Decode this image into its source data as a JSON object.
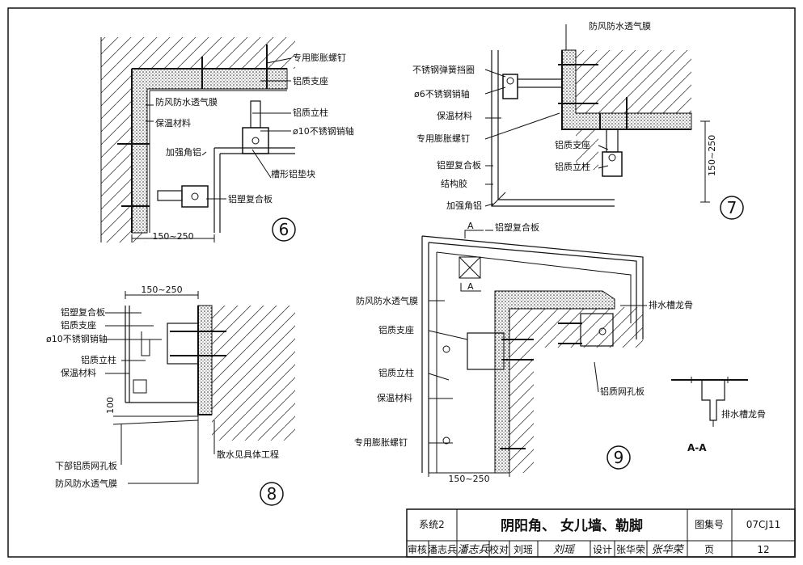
{
  "details": {
    "d6": {
      "number": "6",
      "labels": {
        "anchor_bolt": "专用膨胀螺钉",
        "al_bracket": "铝质支座",
        "membrane": "防风防水透气膜",
        "al_mullion": "铝质立柱",
        "insulation": "保温材料",
        "pin_shaft": "ø10不锈钢销轴",
        "reinforce_angle": "加强角铝",
        "channel_pad": "槽形铝垫块",
        "acp_panel": "铝塑复合板"
      },
      "dimension": "150~250"
    },
    "d7": {
      "number": "7",
      "labels": {
        "membrane": "防风防水透气膜",
        "spring_ring": "不锈钢弹簧挡圈",
        "pin_shaft": "ø6不锈钢销轴",
        "insulation": "保温材料",
        "anchor_bolt": "专用膨胀螺钉",
        "al_bracket": "铝质支座",
        "acp_panel": "铝塑复合板",
        "al_mullion": "铝质立柱",
        "sealant": "结构胶",
        "reinforce_angle": "加强角铝"
      },
      "dimension": "150~250"
    },
    "d8": {
      "number": "8",
      "labels": {
        "acp_panel": "铝塑复合板",
        "al_bracket": "铝质支座",
        "pin_shaft": "ø10不锈钢销轴",
        "al_mullion": "铝质立柱",
        "insulation": "保温材料",
        "bottom_mesh": "下部铝质网孔板",
        "membrane": "防风防水透气膜",
        "apron": "散水见具体工程"
      },
      "dimension": "150~250",
      "dimension_small": "100"
    },
    "d9": {
      "number": "9",
      "labels": {
        "acp_panel": "铝塑复合板",
        "membrane": "防风防水透气膜",
        "al_bracket": "铝质支座",
        "drain_keel": "排水槽龙骨",
        "al_mullion": "铝质立柱",
        "insulation": "保温材料",
        "mesh_plate": "铝质网孔板",
        "anchor_bolt": "专用膨胀螺钉"
      },
      "dimension": "150~250",
      "section_mark": "A",
      "section_label": "A-A",
      "section_keel": "排水槽龙骨"
    }
  },
  "title_block": {
    "system": "系统2",
    "title": "阴阳角、 女儿墙、勒脚",
    "atlas_label": "图集号",
    "atlas_no": "07CJ11",
    "review_label": "审核",
    "review_name": "潘志兵",
    "check_label": "校对",
    "check_name": "刘瑶",
    "design_label": "设计",
    "design_name": "张华荣",
    "page_label": "页",
    "page_no": "12"
  }
}
